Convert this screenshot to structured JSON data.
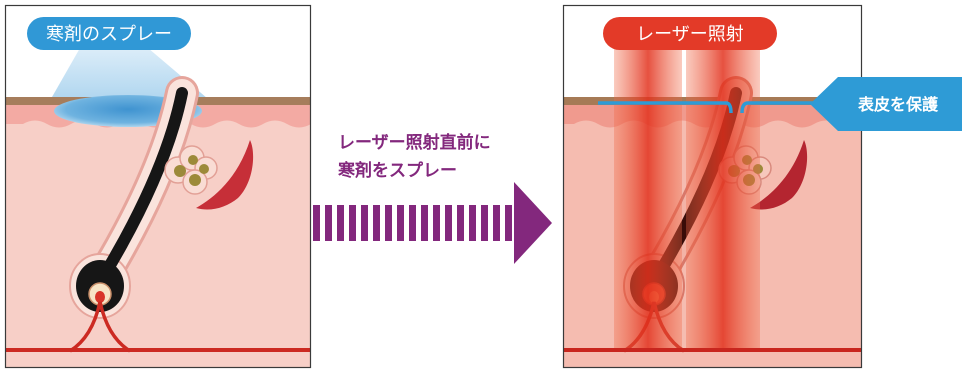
{
  "left_panel": {
    "label": "寒剤のスプレー"
  },
  "transition": {
    "line1": "レーザー照射直前に",
    "line2": "寒剤をスプレー"
  },
  "right_panel": {
    "label": "レーザー照射",
    "callout": "表皮を保護"
  },
  "colors": {
    "spray_blue": "#3098d6",
    "laser_red": "#e33a28",
    "arrow_purple": "#83287d",
    "protect_blue": "#2e9bd6"
  }
}
